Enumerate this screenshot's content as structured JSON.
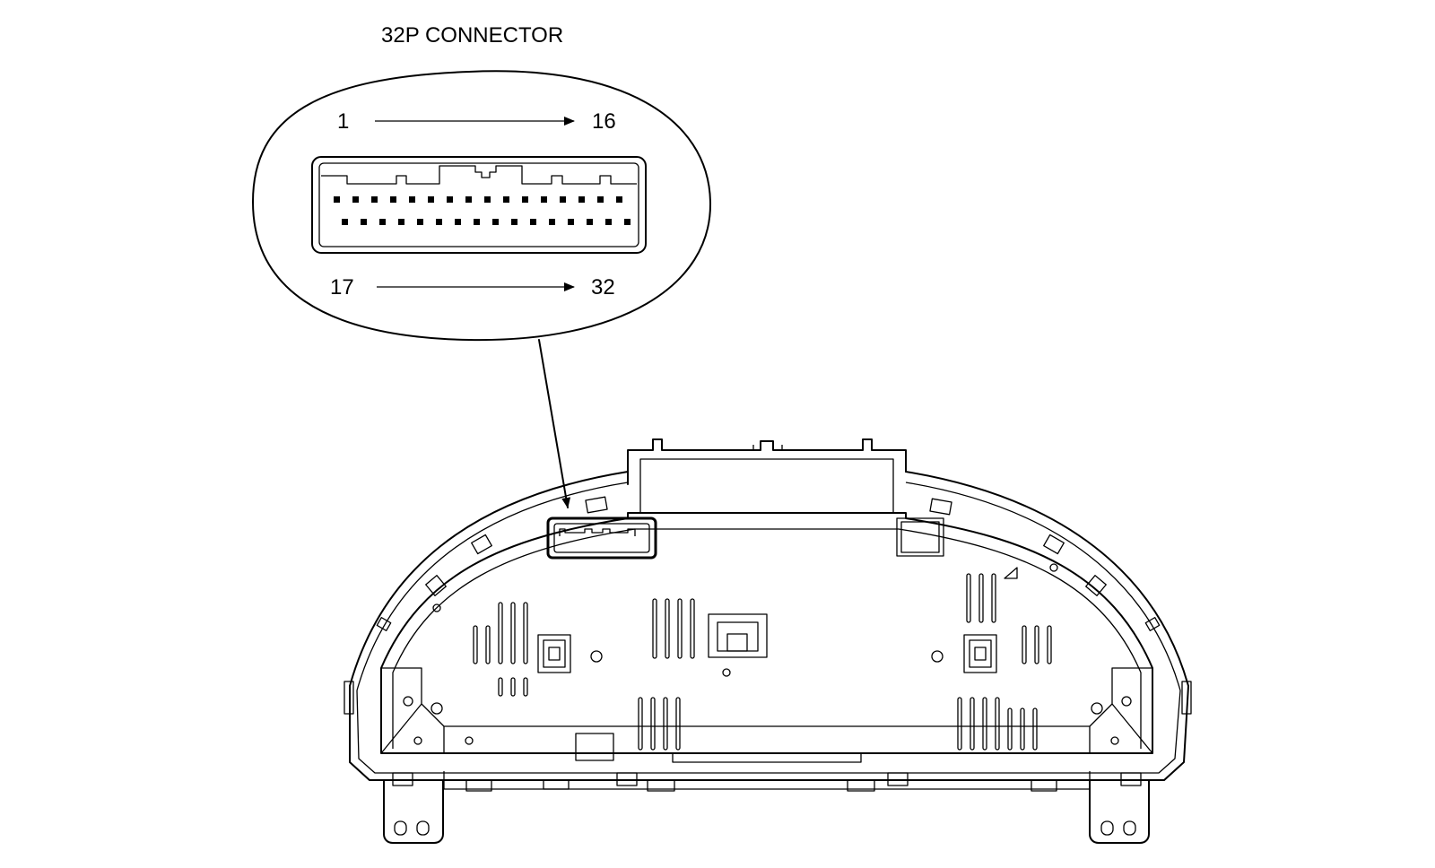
{
  "diagram": {
    "title": "32P CONNECTOR",
    "pin_labels": {
      "top_left": "1",
      "top_right": "16",
      "bottom_left": "17",
      "bottom_right": "32"
    },
    "connector": {
      "pin_count": 32,
      "row_1_pins": 16,
      "row_2_pins": 16
    },
    "line_color": "#000000",
    "background_color": "#ffffff"
  }
}
